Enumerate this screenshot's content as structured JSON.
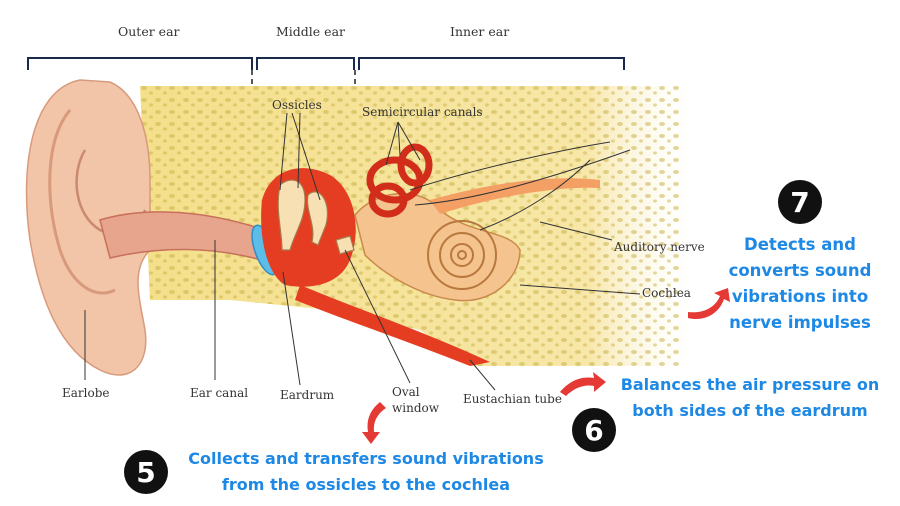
{
  "sections": {
    "outer": "Outer ear",
    "middle": "Middle ear",
    "inner": "Inner ear"
  },
  "labels": {
    "ossicles": "Ossicles",
    "semicircular_canals": "Semicircular canals",
    "auditory_nerve": "Auditory nerve",
    "cochlea": "Cochlea",
    "earlobe": "Earlobe",
    "ear_canal": "Ear canal",
    "eardrum": "Eardrum",
    "oval_window_line1": "Oval",
    "oval_window_line2": "window",
    "eustachian_tube": "Eustachian tube"
  },
  "annotations": [
    {
      "number": "7",
      "line1": "Detects and",
      "line2": "converts sound",
      "line3": "vibrations into",
      "line4": "nerve impulses"
    },
    {
      "number": "6",
      "line1": "Balances the air pressure on",
      "line2": "both sides of the eardrum"
    },
    {
      "number": "5",
      "line1": "Collects and transfers sound vibrations",
      "line2": "from the ossicles to the cochlea"
    }
  ],
  "colors": {
    "caption": "#1e88e5",
    "badge": "#111111",
    "arrow": "#e53935",
    "skin": "#f2c4a8",
    "bone": "#f2dc7a",
    "canal": "#e53d22"
  }
}
